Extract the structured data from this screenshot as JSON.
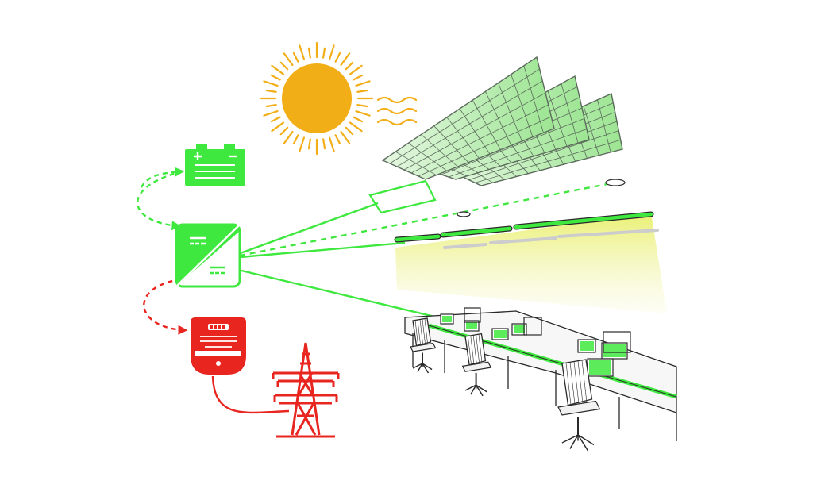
{
  "diagram": {
    "colors": {
      "background": "#ffffff",
      "sun": "#f2ae17",
      "solar_green": "#3ee83e",
      "panel_fill": "#c9f3c4",
      "panel_grid": "#5c6b5c",
      "grid_red": "#e8251f",
      "light_glow": "#eef28a",
      "outline_dark": "#2a2a2a"
    },
    "nodes": [
      {
        "id": "sun",
        "icon": "sun-icon"
      },
      {
        "id": "solar-panels",
        "icon": "solar-panel-icon"
      },
      {
        "id": "battery",
        "icon": "battery-icon"
      },
      {
        "id": "inverter",
        "icon": "inverter-icon",
        "symbols": [
          "DC",
          "AC"
        ]
      },
      {
        "id": "grid-meter",
        "icon": "electric-meter-icon"
      },
      {
        "id": "pylon",
        "icon": "transmission-tower-icon"
      },
      {
        "id": "ceiling-lights",
        "icon": "led-light-icon"
      },
      {
        "id": "office-workstations",
        "icon": "office-desk-icon"
      }
    ],
    "connections": [
      {
        "from": "solar-panels",
        "to": "inverter",
        "style": "solid",
        "color": "green"
      },
      {
        "from": "battery",
        "to": "inverter",
        "style": "dashed",
        "color": "green",
        "bidirectional": true
      },
      {
        "from": "grid-meter",
        "to": "inverter",
        "style": "dashed",
        "color": "red",
        "bidirectional": true
      },
      {
        "from": "pylon",
        "to": "grid-meter",
        "style": "solid",
        "color": "red"
      },
      {
        "from": "inverter",
        "to": "ceiling-lights",
        "style": "solid",
        "color": "green"
      },
      {
        "from": "inverter",
        "to": "ceiling-lights",
        "style": "dashed",
        "color": "green"
      },
      {
        "from": "inverter",
        "to": "office-workstations",
        "style": "solid",
        "color": "green"
      }
    ]
  }
}
